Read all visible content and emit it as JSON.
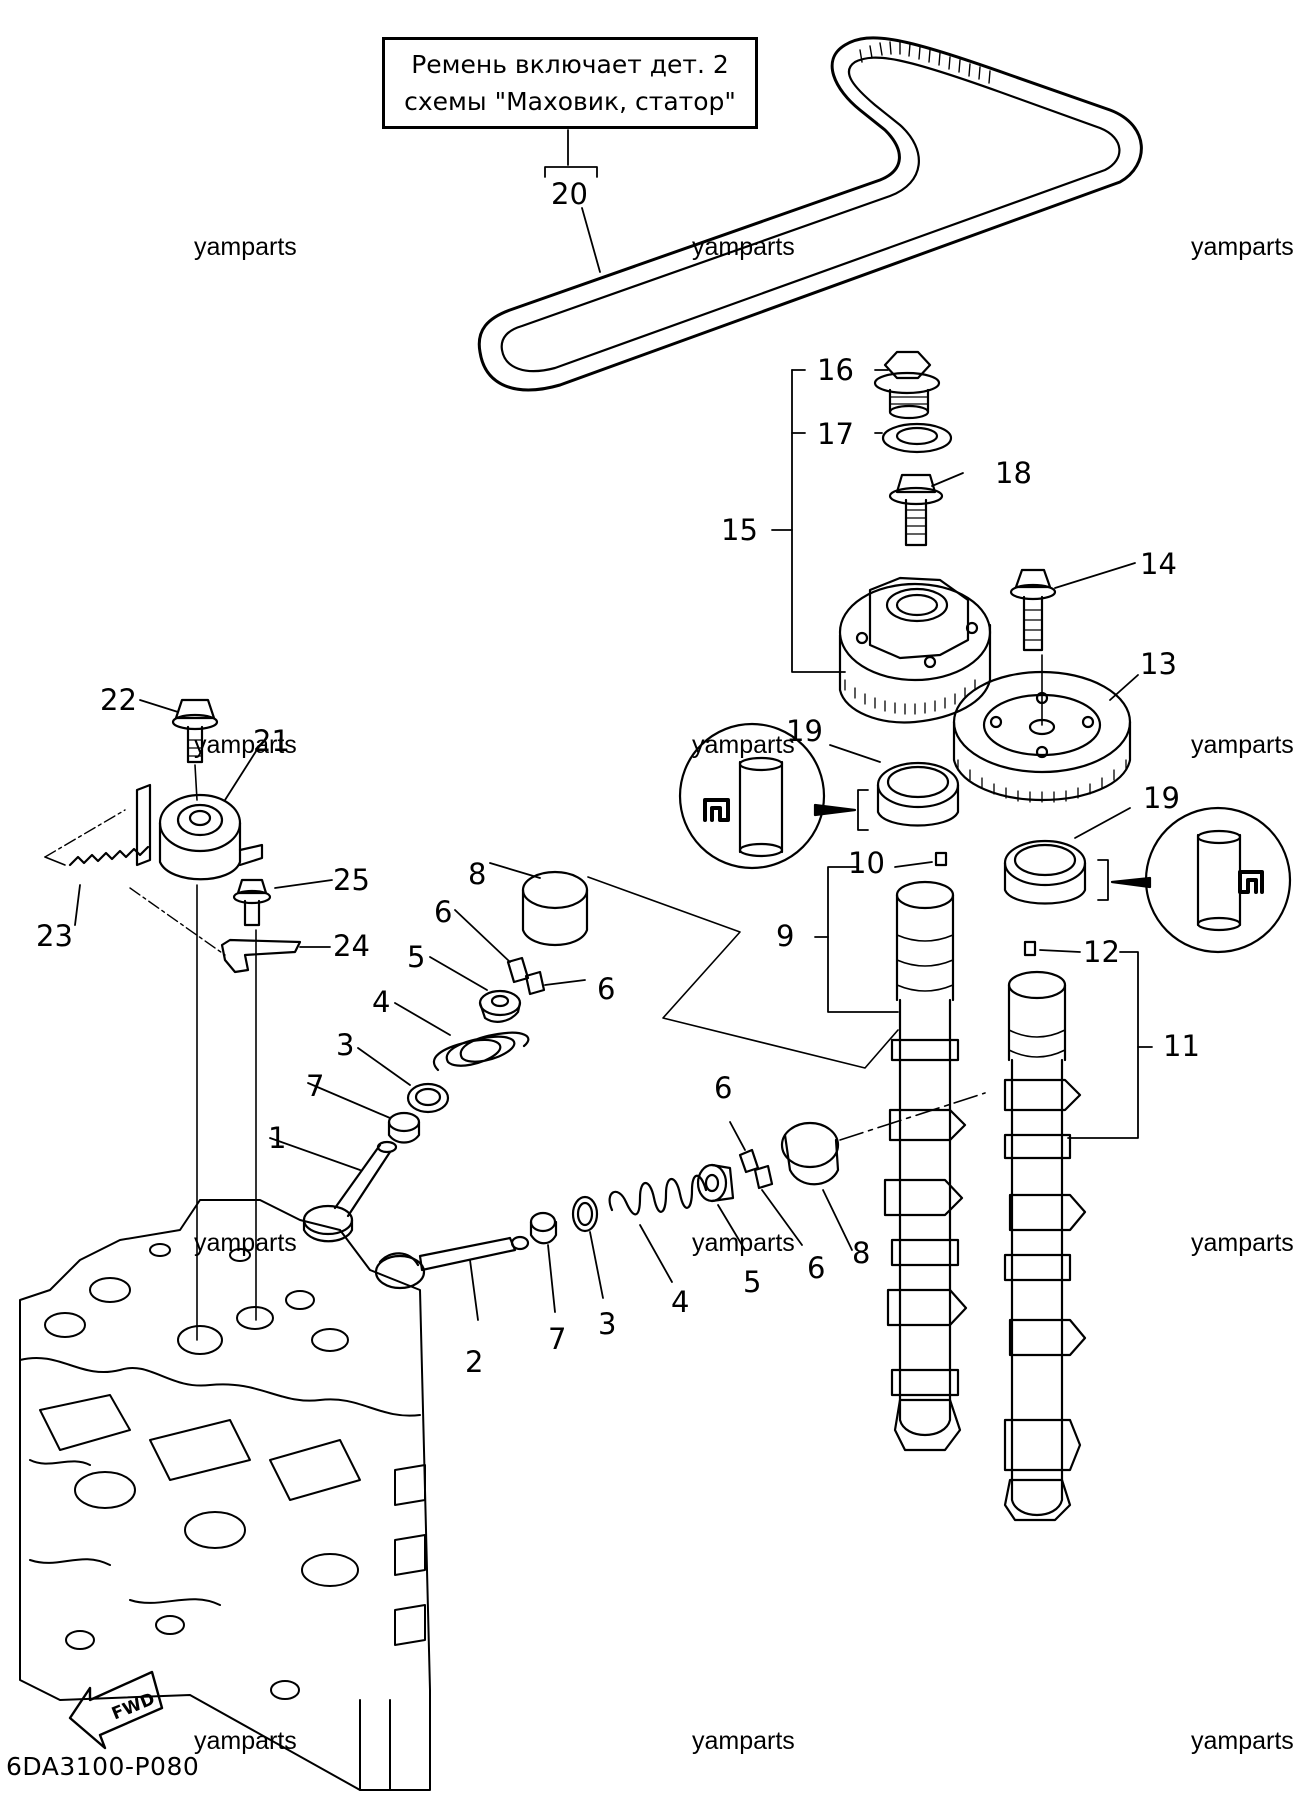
{
  "note": {
    "line1": "Ремень включает дет. 2",
    "line2": "схемы \"Маховик, статор\""
  },
  "watermark": "yamparts",
  "diagram_code": "6DA3100-P080",
  "direction_label": "FWD",
  "part_numbers": {
    "p1": "1",
    "p2": "2",
    "p3a": "3",
    "p3b": "3",
    "p4a": "4",
    "p4b": "4",
    "p5a": "5",
    "p5b": "5",
    "p6a": "6",
    "p6b": "6",
    "p6c": "6",
    "p6d": "6",
    "p7a": "7",
    "p7b": "7",
    "p8a": "8",
    "p8b": "8",
    "p9": "9",
    "p10": "10",
    "p11": "11",
    "p12": "12",
    "p13": "13",
    "p14": "14",
    "p15": "15",
    "p16": "16",
    "p17": "17",
    "p18": "18",
    "p19a": "19",
    "p19b": "19",
    "p20": "20",
    "p21": "21",
    "p22": "22",
    "p23": "23",
    "p24": "24",
    "p25": "25"
  }
}
